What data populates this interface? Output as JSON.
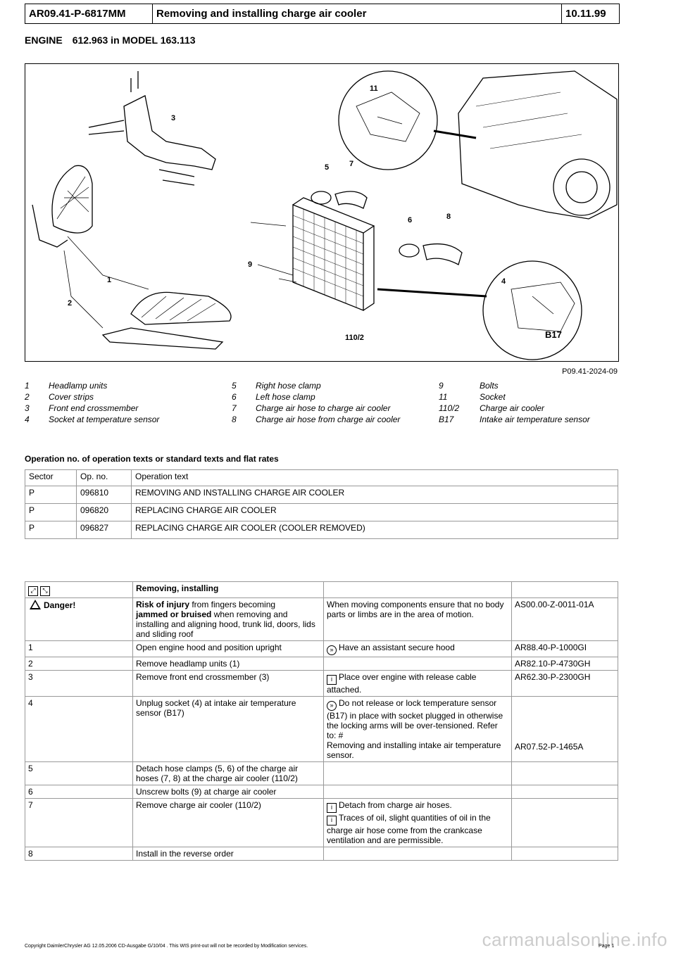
{
  "header": {
    "doc_id": "AR09.41-P-6817MM",
    "title": "Removing and installing charge air cooler",
    "date": "10.11.99"
  },
  "engine": {
    "label": "ENGINE",
    "text": "612.963 in MODEL 163.113"
  },
  "figure": {
    "ref": "P09.41-2024-09",
    "callouts": [
      "11",
      "3",
      "5",
      "7",
      "6",
      "8",
      "4",
      "1",
      "2",
      "9",
      "110/2",
      "B17"
    ]
  },
  "legend": [
    [
      {
        "n": "1",
        "t": "Headlamp units"
      },
      {
        "n": "2",
        "t": "Cover strips"
      },
      {
        "n": "3",
        "t": "Front end crossmember"
      },
      {
        "n": "4",
        "t": "Socket at temperature sensor"
      }
    ],
    [
      {
        "n": "5",
        "t": "Right hose clamp"
      },
      {
        "n": "6",
        "t": "Left hose clamp"
      },
      {
        "n": "7",
        "t": "Charge air hose to charge air cooler"
      },
      {
        "n": "8",
        "t": "Charge air hose from charge air cooler"
      }
    ],
    [
      {
        "n": "9",
        "t": "Bolts"
      },
      {
        "n": "11",
        "t": "Socket"
      },
      {
        "n": "110/2",
        "t": "Charge air cooler"
      },
      {
        "n": "B17",
        "t": "Intake air temperature sensor"
      }
    ]
  ],
  "operations": {
    "title": "Operation no. of operation texts or standard texts and flat rates",
    "headers": [
      "Sector",
      "Op. no.",
      "Operation text"
    ],
    "rows": [
      [
        "P",
        "096810",
        "REMOVING AND INSTALLING CHARGE AIR COOLER"
      ],
      [
        "P",
        "096820",
        "REPLACING CHARGE AIR COOLER"
      ],
      [
        "P",
        "096827",
        "REPLACING CHARGE AIR COOLER (COOLER REMOVED)"
      ]
    ]
  },
  "steps": {
    "heading": "Removing, installing",
    "danger": {
      "label": "Danger!",
      "risk_bold": "Risk of injury",
      "risk_rest": " from fingers becoming",
      "jam_bold": "jammed or bruised",
      "jam_rest": " when removing and installing and aligning hood, trunk lid, doors, lids and sliding roof",
      "note": "When moving components ensure that no body parts or limbs are in the area of motion.",
      "ref": "AS00.00-Z-0011-01A"
    },
    "rows": [
      {
        "no": "1",
        "text": "Open engine hood and position upright",
        "note": "Have an assistant secure hood",
        "note_icon": "tip",
        "ref": "AR88.40-P-1000GI"
      },
      {
        "no": "2",
        "text": "Remove headlamp units (1)",
        "note": "",
        "note_icon": "",
        "ref": "AR82.10-P-4730GH"
      },
      {
        "no": "3",
        "text": "Remove front end crossmember (3)",
        "note": "Place over engine with release cable attached.",
        "note_icon": "info",
        "ref": "AR62.30-P-2300GH"
      },
      {
        "no": "4",
        "text": "Unplug socket (4) at intake air temperature sensor (B17)",
        "note": "Do not release or lock temperature sensor (B17) in place with socket plugged in otherwise the locking arms will be over-tensioned. Refer to: #",
        "note2": "Removing and installing intake air temperature sensor.",
        "note_icon": "tip",
        "ref": "AR07.52-P-1465A"
      },
      {
        "no": "5",
        "text": "Detach hose clamps (5, 6) of the charge air hoses (7, 8) at the charge air cooler (110/2)",
        "note": "",
        "note_icon": "",
        "ref": ""
      },
      {
        "no": "6",
        "text": "Unscrew bolts (9) at charge air cooler",
        "note": "",
        "note_icon": "",
        "ref": ""
      },
      {
        "no": "7",
        "text": "Remove charge air cooler (110/2)",
        "note": "Detach from charge air hoses.",
        "note2": "Traces of oil, slight quantities of oil in the charge air hose come from the crankcase ventilation and are permissible.",
        "note_icon": "info",
        "ref": ""
      },
      {
        "no": "8",
        "text": "Install in the reverse order",
        "note": "",
        "note_icon": "",
        "ref": ""
      }
    ]
  },
  "footer": "Copyright DaimlerChrysler AG  12.05.2006 CD-Ausgabe G/10/04 . This WIS print-out will not be recorded by Modification services.",
  "page": "Page 1",
  "watermark": "carmanualsonline.info"
}
